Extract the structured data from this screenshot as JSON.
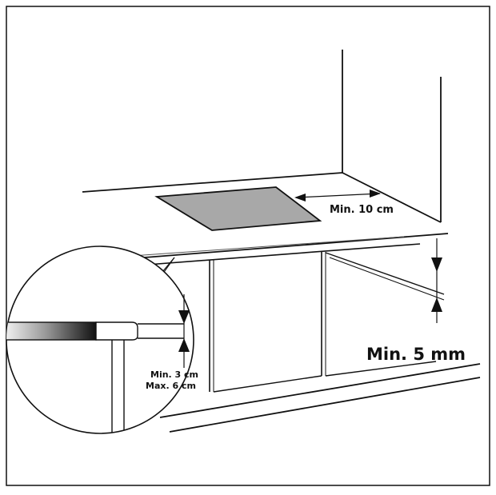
{
  "diagram": {
    "labels": {
      "hob_clearance": "Min. 10 cm",
      "below_hob_clearance": "Min. 5 mm",
      "panel_gap_min": "Min. 3 cm",
      "panel_gap_max": "Max. 6 cm"
    },
    "colors": {
      "line": "#111111",
      "hob_fill": "#a8a8a8",
      "background": "#ffffff"
    }
  }
}
